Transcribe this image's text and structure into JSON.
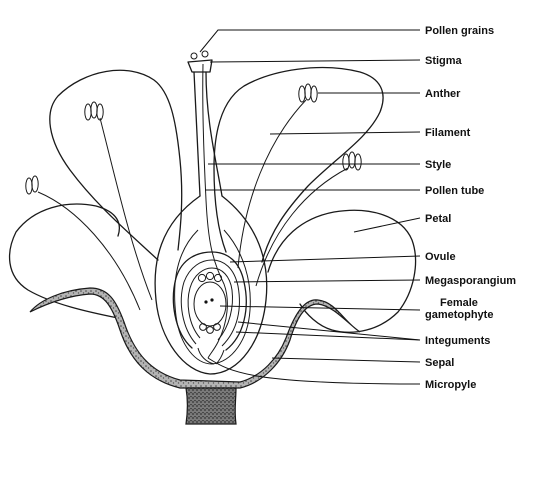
{
  "labels": {
    "pollen_grains": "Pollen grains",
    "stigma": "Stigma",
    "anther": "Anther",
    "filament": "Filament",
    "style": "Style",
    "pollen_tube": "Pollen tube",
    "petal": "Petal",
    "ovule": "Ovule",
    "megasporangium": "Megasporangium",
    "female_line1": "Female",
    "female_line2": "gametophyte",
    "integuments": "Integuments",
    "sepal": "Sepal",
    "micropyle": "Micropyle"
  },
  "colors": {
    "ink": "#1a1a1a",
    "background": "#ffffff",
    "sepal_fill": "#9a9a9a",
    "stalk_fill": "#6e6e6e"
  }
}
